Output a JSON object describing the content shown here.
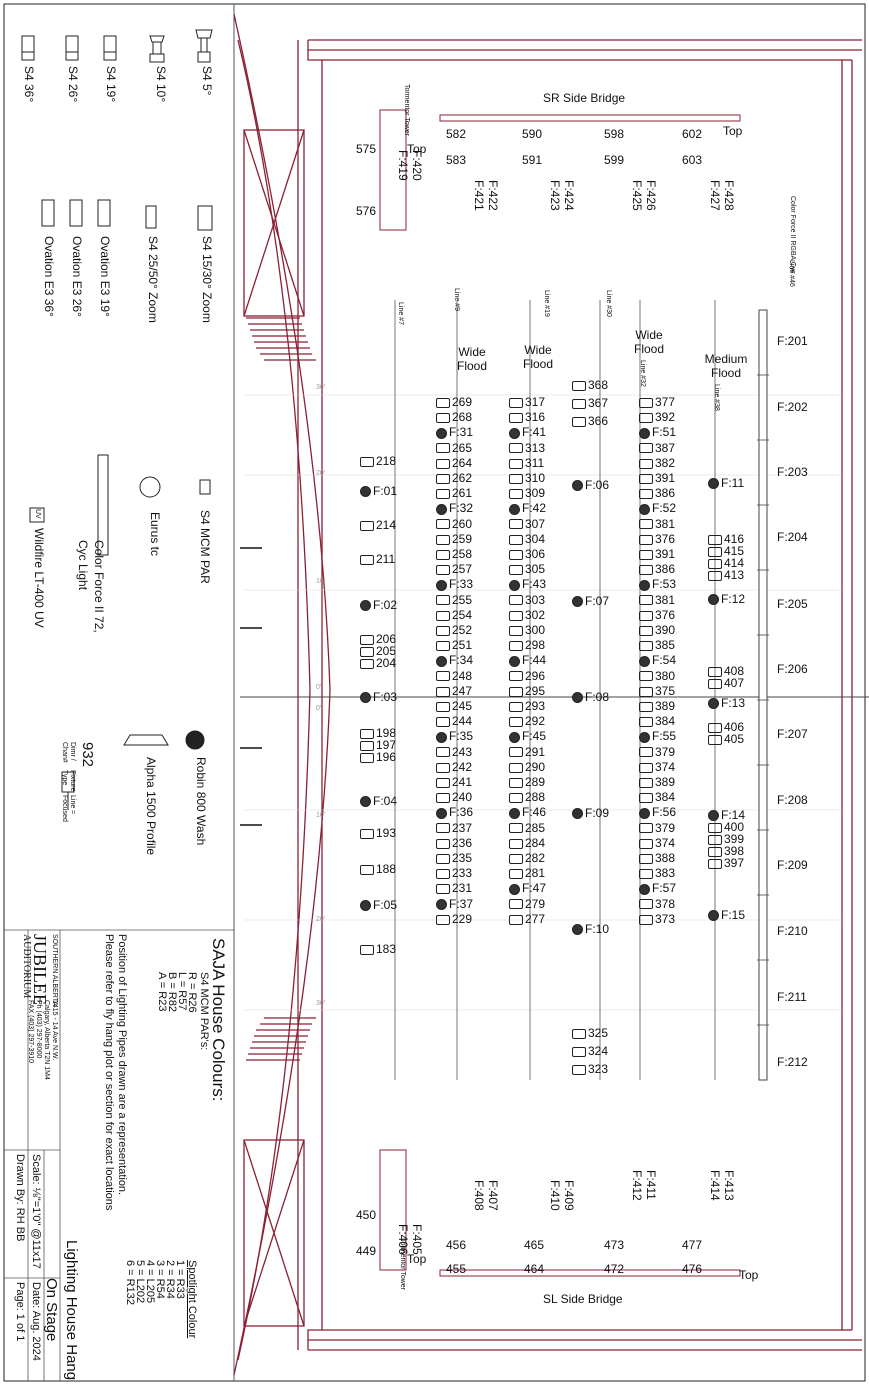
{
  "legend": {
    "fixtures": [
      {
        "label": "S4 5°"
      },
      {
        "label": "S4 10°"
      },
      {
        "label": "S4 19°"
      },
      {
        "label": "S4 26°"
      },
      {
        "label": "S4 36°"
      },
      {
        "label": "S4 15/30° Zoom"
      },
      {
        "label": "S4 25/50° Zoom"
      },
      {
        "label": "Ovation E3 19°"
      },
      {
        "label": "Ovation E3 26°"
      },
      {
        "label": "Ovation E3 36°"
      },
      {
        "label": "S4 MCM PAR"
      },
      {
        "label": "Eurus tc"
      },
      {
        "label": "Color Force II 72,"
      },
      {
        "label": "Cyc Light"
      },
      {
        "label": "Wildfire LT-400 UV"
      },
      {
        "label": "Robin 800 Wash"
      },
      {
        "label": "Alpha 1500 Profile"
      }
    ],
    "key_number": "932",
    "key_small": [
      "Dimr /",
      "Chan#",
      "Fixture",
      "Type",
      "Line =",
      "Focused"
    ],
    "uv_tag": "UV"
  },
  "title_block": {
    "house_colours_title": "SAJA House Colours:",
    "house_colours_sub": "S4 MCM PAR's:",
    "house_colours": [
      "R = R26",
      "L = R57",
      "B = R82",
      "A = R23"
    ],
    "note_1": "Position of Lighting Pipes drawn are a representation.",
    "note_2": "Please refer to fly hang plot or section for exact locations",
    "spot_title": "Spotlight Colour",
    "spot_colours": [
      "1 = R33",
      "2 = R34",
      "3 = R54",
      "4 = L205",
      "5 = L202",
      "6 = R132"
    ],
    "venue_small": "SOUTHERN ALBERTA",
    "venue": "JUBILEE",
    "venue_sub": "AUDITORIUM",
    "address": [
      "1415 - 14 Ave N.W.",
      "Calgary, Alberta T2N 1M4",
      "Ph (403) 297-8000",
      "FAX (403) 297-3910"
    ],
    "drawing_title": "Lighting House Hang",
    "drawing_sub": "On Stage",
    "scale": "Scale: ⅛\"=1'0\" @11x17",
    "date": "Date: Aug. 2024",
    "drawn_by": "Drawn By: RH BB",
    "page": "Page: 1 of 1"
  },
  "plan": {
    "sr_bridge": "SR Side Bridge",
    "sl_bridge": "SL Side Bridge",
    "tormentor": "Tormentor Tower",
    "top": "Top",
    "color_force_cyc": "Color Force II RGBA Cyc",
    "lines": [
      "Line #7",
      "Line #9",
      "Line #19",
      "Line #30",
      "Line #32",
      "Line #38",
      "Line #46"
    ],
    "wide_flood": "Wide Flood",
    "medium_flood": "Medium Flood",
    "scale_marks": [
      "30'",
      "20'",
      "10'",
      "0'",
      "0'",
      "10'",
      "20'",
      "30'"
    ],
    "cyc_channels": [
      "F:201",
      "F:202",
      "F:203",
      "F:204",
      "F:205",
      "F:206",
      "F:207",
      "F:208",
      "F:209",
      "F:210",
      "F:211",
      "F:212"
    ],
    "sr_top": [
      {
        "a": "575",
        "b": "F:420",
        "c": "F:419",
        "d": "576"
      },
      {
        "a": "582",
        "b": "583",
        "c": "F:422",
        "d": "F:421"
      },
      {
        "a": "590",
        "b": "591",
        "c": "F:424",
        "d": "F:423"
      },
      {
        "a": "598",
        "b": "599",
        "c": "F:426",
        "d": "F:425"
      },
      {
        "a": "602",
        "b": "603",
        "c": "F:428",
        "d": "F:427"
      }
    ],
    "sl_bottom": [
      {
        "a": "450",
        "b": "F:405",
        "c": "F:406",
        "d": "449"
      },
      {
        "a": "456",
        "b": "455",
        "c": "F:407",
        "d": "F:408"
      },
      {
        "a": "465",
        "b": "464",
        "c": "F:409",
        "d": "F:410"
      },
      {
        "a": "473",
        "b": "472",
        "c": "F:411",
        "d": "F:412"
      },
      {
        "a": "477",
        "b": "476",
        "c": "F:413",
        "d": "F:414"
      }
    ],
    "line7": [
      "218",
      "F:01",
      "214",
      "211",
      "F:02",
      "206",
      "205",
      "204",
      "F:03",
      "198",
      "197",
      "196",
      "F:04",
      "193",
      "188",
      "F:05",
      "183"
    ],
    "line9": [
      "269",
      "268",
      "F:31",
      "265",
      "264",
      "262",
      "261",
      "F:32",
      "260",
      "259",
      "258",
      "257",
      "F:33",
      "255",
      "254",
      "252",
      "251",
      "F:34",
      "248",
      "247",
      "245",
      "244",
      "F:35",
      "243",
      "242",
      "241",
      "240",
      "F:36",
      "237",
      "236",
      "235",
      "233",
      "231",
      "F:37",
      "229"
    ],
    "line19": [
      "317",
      "316",
      "F:41",
      "313",
      "311",
      "310",
      "309",
      "F:42",
      "307",
      "304",
      "306",
      "305",
      "F:43",
      "303",
      "302",
      "300",
      "298",
      "F:44",
      "296",
      "295",
      "293",
      "292",
      "F:45",
      "291",
      "290",
      "289",
      "288",
      "F:46",
      "285",
      "284",
      "282",
      "281",
      "F:47",
      "279",
      "277"
    ],
    "line30": [
      "368",
      "367",
      "366",
      "F:06",
      "F:07",
      "F:08",
      "F:09",
      "F:10",
      "325",
      "324",
      "323"
    ],
    "line32": [
      "377",
      "392",
      "F:51",
      "387",
      "382",
      "391",
      "386",
      "F:52",
      "381",
      "376",
      "391",
      "386",
      "F:53",
      "381",
      "376",
      "390",
      "385",
      "F:54",
      "380",
      "375",
      "389",
      "384",
      "F:55",
      "379",
      "374",
      "389",
      "384",
      "F:56",
      "379",
      "374",
      "388",
      "383",
      "F:57",
      "378",
      "373"
    ],
    "line38": [
      "F:11",
      "416",
      "415",
      "414",
      "413",
      "F:12",
      "408",
      "407",
      "F:13",
      "406",
      "405",
      "F:14",
      "400",
      "399",
      "398",
      "397",
      "F:15"
    ]
  }
}
